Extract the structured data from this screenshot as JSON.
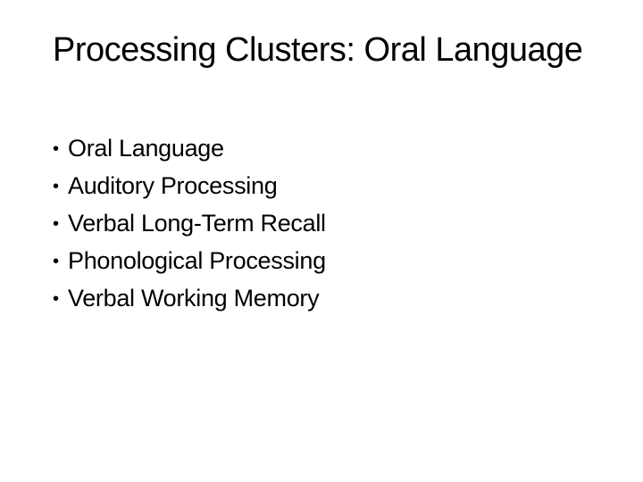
{
  "slide": {
    "title": "Processing Clusters: Oral Language",
    "bullet_glyph": "•",
    "bullets": [
      {
        "text": "Oral Language"
      },
      {
        "text": "Auditory Processing"
      },
      {
        "text": "Verbal Long-Term Recall"
      },
      {
        "text": "Phonological Processing"
      },
      {
        "text": "Verbal Working Memory"
      }
    ]
  }
}
